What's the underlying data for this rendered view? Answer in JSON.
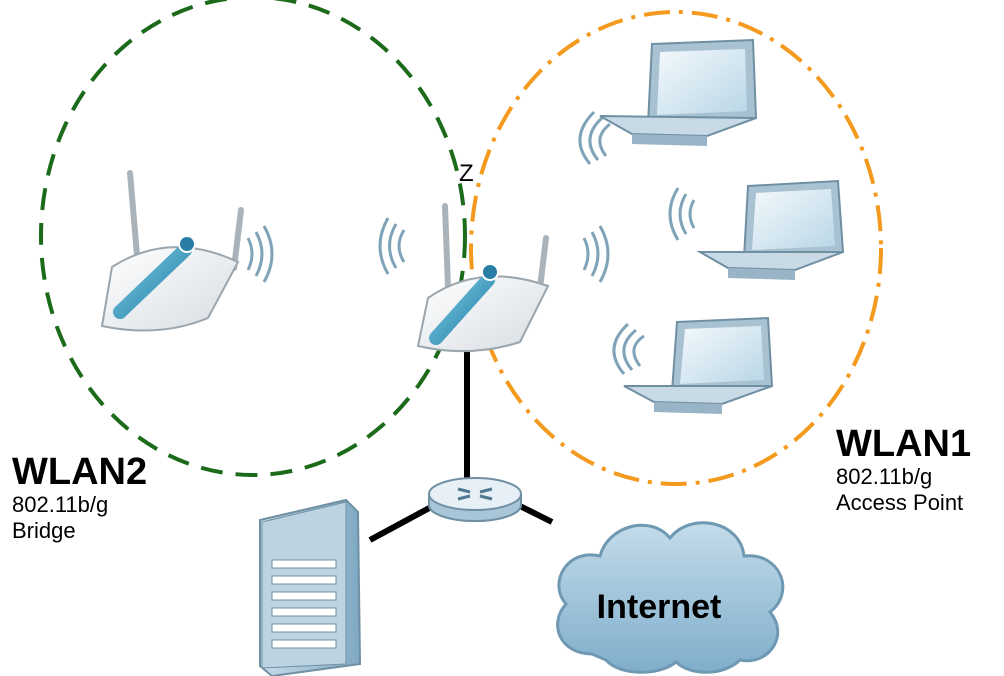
{
  "wlan2": {
    "name": "WLAN2",
    "standard": "802.11b/g",
    "mode": "Bridge"
  },
  "wlan1": {
    "name": "WLAN1",
    "standard": "802.11b/g",
    "mode": "Access Point"
  },
  "ap_label": "Z",
  "internet_label": "Internet",
  "colors": {
    "wlan2_circle": "#1b6b1b",
    "wlan1_circle": "#f39a1f",
    "device_body": "#f2f4f5",
    "device_accent": "#3a9bbf",
    "wave": "#7fa3b8",
    "laptop_body": "#b8cfdc",
    "laptop_screen": "#cfe3ef",
    "server": "#9dbfd4",
    "cloud": "#9ec3d8",
    "link": "#000000"
  },
  "icons": [
    "access-point-icon",
    "laptop-icon",
    "server-icon",
    "router-icon",
    "cloud-icon",
    "wireless-wave-icon"
  ]
}
